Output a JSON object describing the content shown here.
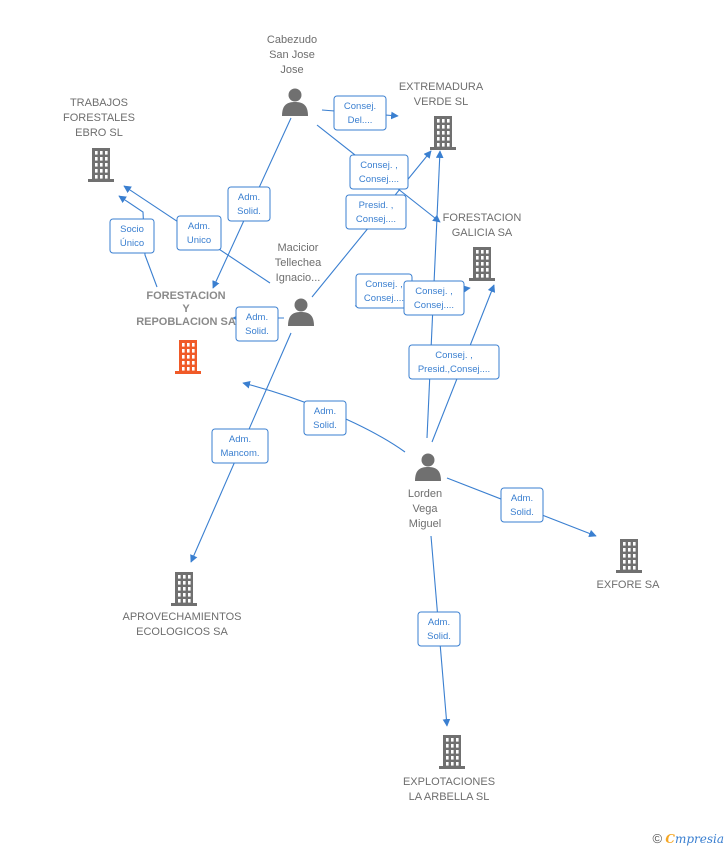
{
  "nodes": [
    {
      "id": "cabezudo",
      "type": "person",
      "label": [
        "Cabezudo",
        "San Jose",
        "Jose"
      ]
    },
    {
      "id": "macicior",
      "type": "person",
      "label": [
        "Macicior",
        "Tellechea",
        "Ignacio..."
      ]
    },
    {
      "id": "lorden",
      "type": "person",
      "label": [
        "Lorden",
        "Vega",
        "Miguel"
      ]
    },
    {
      "id": "trabajos",
      "type": "company",
      "label": [
        "TRABAJOS",
        "FORESTALES",
        "EBRO SL"
      ]
    },
    {
      "id": "extremadura",
      "type": "company",
      "label": [
        "EXTREMADURA",
        "VERDE SL"
      ]
    },
    {
      "id": "galicia",
      "type": "company",
      "label": [
        "FORESTACION",
        "GALICIA SA"
      ]
    },
    {
      "id": "forestacion",
      "type": "company",
      "main": true,
      "label": [
        "FORESTACION",
        "Y",
        "REPOBLACION SA"
      ]
    },
    {
      "id": "aprovechamientos",
      "type": "company",
      "label": [
        "APROVECHAMIENTOS",
        "ECOLOGICOS SA"
      ]
    },
    {
      "id": "exfore",
      "type": "company",
      "label": [
        "EXFORE SA"
      ]
    },
    {
      "id": "explotaciones",
      "type": "company",
      "label": [
        "EXPLOTACIONES",
        "LA ARBELLA SL"
      ]
    }
  ],
  "edges": [
    {
      "id": "cab-ext",
      "from": "cabezudo",
      "to": "extremadura",
      "label": [
        "Consej.",
        "Del...."
      ]
    },
    {
      "id": "cab-gal",
      "from": "cabezudo",
      "to": "galicia",
      "label": [
        "Consej. ,",
        "Consej...."
      ]
    },
    {
      "id": "cab-for",
      "from": "cabezudo",
      "to": "forestacion",
      "label": [
        "Adm.",
        "Solid."
      ]
    },
    {
      "id": "mac-ext",
      "from": "macicior",
      "to": "extremadura",
      "label": [
        "Presid. ,",
        "Consej...."
      ]
    },
    {
      "id": "mac-tra",
      "from": "macicior",
      "to": "trabajos",
      "label": [
        "Adm.",
        "Unico"
      ]
    },
    {
      "id": "for-tra",
      "from": "forestacion",
      "to": "trabajos",
      "label": [
        "Socio",
        "Único"
      ]
    },
    {
      "id": "mac-for",
      "from": "macicior",
      "to": "forestacion",
      "label": [
        "Adm.",
        "Solid."
      ]
    },
    {
      "id": "mac-gal",
      "from": "macicior",
      "to": "galicia",
      "label": [
        "Consej. ,",
        "Consej...."
      ]
    },
    {
      "id": "mac-apr",
      "from": "macicior",
      "to": "aprovechamientos",
      "label": [
        "Adm.",
        "Mancom."
      ]
    },
    {
      "id": "lor-ext",
      "from": "lorden",
      "to": "extremadura",
      "label": [
        "Consej. ,",
        "Consej...."
      ]
    },
    {
      "id": "lor-gal",
      "from": "lorden",
      "to": "galicia",
      "label": [
        "Consej. ,",
        "Presid.,Consej...."
      ]
    },
    {
      "id": "lor-for",
      "from": "lorden",
      "to": "forestacion",
      "label": [
        "Adm.",
        "Solid."
      ]
    },
    {
      "id": "lor-exf",
      "from": "lorden",
      "to": "exfore",
      "label": [
        "Adm.",
        "Solid."
      ]
    },
    {
      "id": "lor-exp",
      "from": "lorden",
      "to": "explotaciones",
      "label": [
        "Adm.",
        "Solid."
      ]
    }
  ],
  "footer": {
    "copyright": "©",
    "brand_first": "C",
    "brand_rest": "mpresia"
  },
  "colors": {
    "edge": "#3a7fd0",
    "node": "#707070",
    "main": "#f05a28"
  }
}
